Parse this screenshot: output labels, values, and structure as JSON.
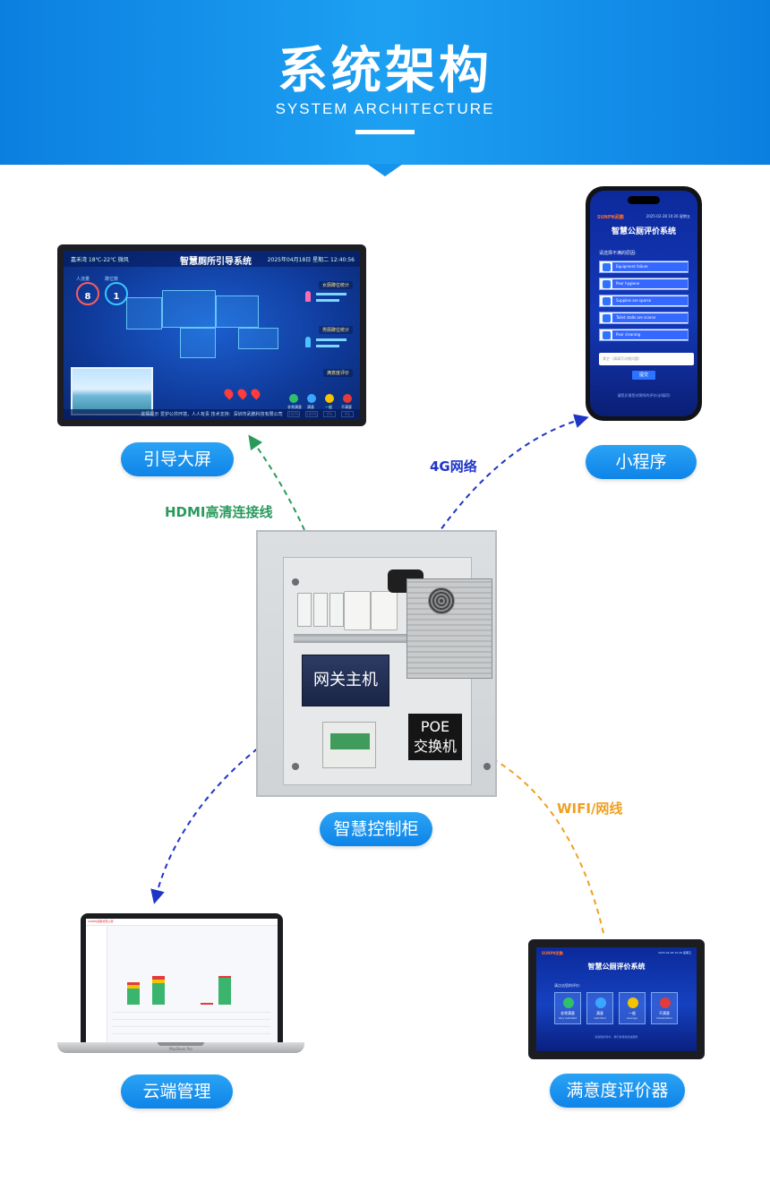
{
  "header": {
    "title": "系统架构",
    "subtitle": "SYSTEM ARCHITECTURE"
  },
  "nodes": {
    "guide_screen": "引导大屏",
    "mini_program": "小程序",
    "control_cabinet": "智慧控制柜",
    "cloud": "云端管理",
    "evaluator": "满意度评价器"
  },
  "links": {
    "hdmi": "HDMI高清连接线",
    "network_4g": "4G网络",
    "wifi": "WIFI/网线"
  },
  "cabinet": {
    "gateway": "网关主机",
    "poe_line1": "POE",
    "poe_line2": "交换机"
  },
  "big_screen": {
    "title": "智慧厕所引导系统",
    "weather": "嘉禾湾  18℃-22℃  微风",
    "datetime": "2025年04月18日  星期二  12:40:56",
    "stat1_label": "人流量",
    "stat1_value": "8",
    "stat2_label": "蹲位数",
    "stat2_value": "1",
    "panel_female": "女厕蹲位统计",
    "panel_male": "男厕蹲位统计",
    "panel_rating": "满意度评价",
    "ratings": [
      "非常满意",
      "满意",
      "一般",
      "不满意"
    ],
    "rating_pcts": [
      "100%",
      "100%",
      "0%",
      "0%"
    ],
    "footer": "友情提示  爱护公共环境，人人有责    技术支持：深圳市武鹏科技有限公司"
  },
  "phone": {
    "brand": "SUNPN武鹏",
    "datetime": "2025-02-28 10:26 星期五",
    "title": "智慧公厕评价系统",
    "prompt": "请选择不满的原因:",
    "options": [
      "Equipment failure",
      "Poor hygiene",
      "Supplies are sparse",
      "Toilet stalls are scarce",
      "Poor cleaning"
    ],
    "input_placeholder": "其它（请填写详细问题）",
    "submit": "提交",
    "footer": "请您反馈您对厕所的评价(必填项)"
  },
  "laptop": {
    "brand": "SUNPN武鹏智慧公厕",
    "model": "MacBook Pro"
  },
  "tablet": {
    "brand": "SUNPN武鹏",
    "datetime": "2025-02-28 10:26 星期五",
    "title": "智慧公厕评价系统",
    "prompt": "请点击您的评价:",
    "options": [
      {
        "label": "非常满意",
        "sub": "Very Satisfied",
        "color": "#2fc06a"
      },
      {
        "label": "满意",
        "sub": "Satisfied",
        "color": "#3aa6ff"
      },
      {
        "label": "一般",
        "sub": "Average",
        "color": "#f5c400"
      },
      {
        "label": "不满意",
        "sub": "Dissatisfied",
        "color": "#e23b3b"
      }
    ],
    "footer": "感谢您的评价，我们将持续改进服务"
  },
  "colors": {
    "accent": "#1693ea",
    "hdmi": "#2a9a5c",
    "network_4g": "#1e35c8",
    "wifi": "#f0a020"
  }
}
